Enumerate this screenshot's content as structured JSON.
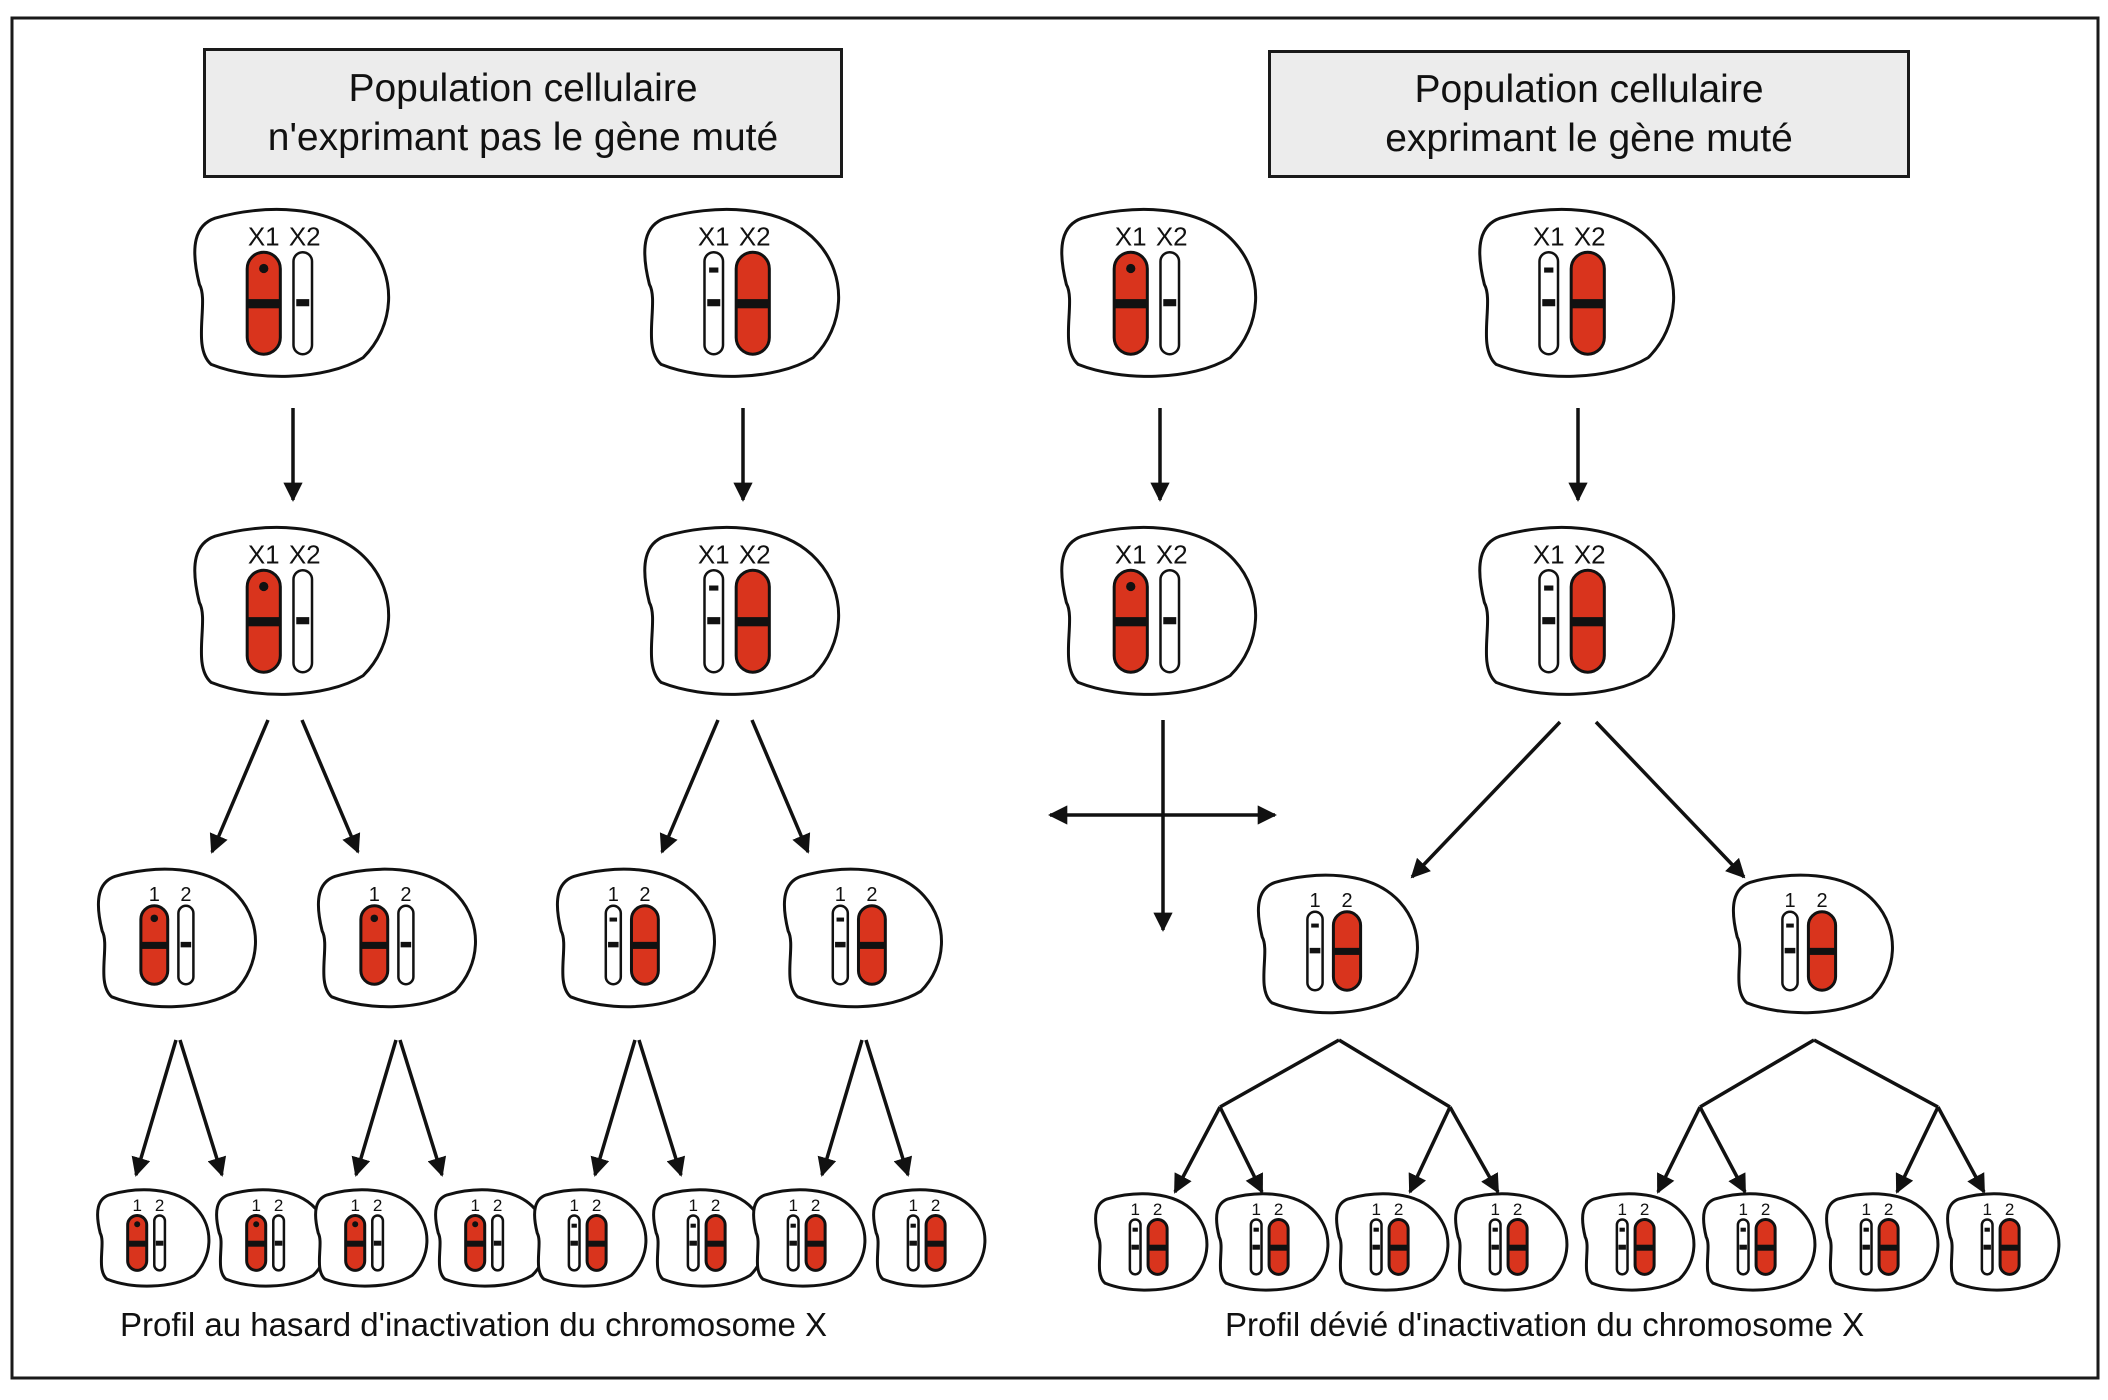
{
  "colors": {
    "active": "#d9341d",
    "inactive": "#ffffff",
    "band": "#111111",
    "outline": "#111111",
    "title_bg": "#ececec"
  },
  "left_panel": {
    "title_line1": "Population cellulaire",
    "title_line2": "n'exprimant pas le gène muté",
    "caption": "Profil au hasard d'inactivation du chromosome X"
  },
  "right_panel": {
    "title_line1": "Population cellulaire",
    "title_line2": "exprimant le gène muté",
    "caption": "Profil dévié d'inactivation du chromosome X"
  },
  "chromosome_labels": {
    "large_1": "X1",
    "large_2": "X2",
    "small_1": "1",
    "small_2": "2"
  },
  "central_marker_icon": "cross-arrows-icon"
}
